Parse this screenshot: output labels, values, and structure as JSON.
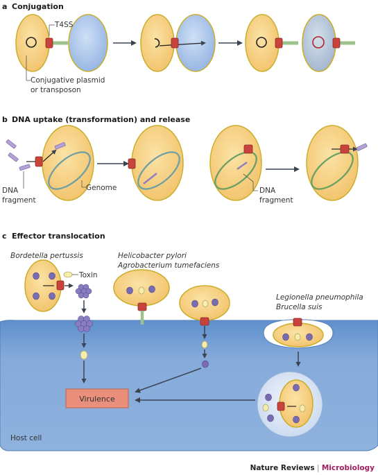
{
  "sections": {
    "a": {
      "letter": "a",
      "title": "Conjugation"
    },
    "b": {
      "letter": "b",
      "title": "DNA uptake (transformation) and release"
    },
    "c": {
      "letter": "c",
      "title": "Effector translocation"
    }
  },
  "labels": {
    "t4ss": "T4SS",
    "plasmid_line1": "Conjugative plasmid",
    "plasmid_line2": "or transposon",
    "dna_fragment_left_1": "DNA",
    "dna_fragment_left_2": "fragment",
    "genome": "Genome",
    "dna_fragment_right_1": "DNA",
    "dna_fragment_right_2": "fragment",
    "bordetella": "Bordetella pertussis",
    "toxin": "Toxin",
    "helicobacter": "Helicobacter pylori",
    "agrobacterium": "Agrobacterium tumefaciens",
    "legionella": "Legionella pneumophila",
    "brucella": "Brucella suis",
    "virulence": "Virulence",
    "host_cell": "Host cell"
  },
  "credit": {
    "journal": "Nature Reviews",
    "separator": " | ",
    "subject": "Microbiology"
  },
  "colors": {
    "cell_fill": "#f6cf7c",
    "cell_stroke": "#c9ae2a",
    "recipient_fill": "#a7c3ea",
    "host_fill": "#7fa6d6",
    "t4ss": "#c8433c",
    "virulence_fill": "#e98f7b",
    "effector": "#7a6cb0",
    "toxin": "#f5edae",
    "subject": "#a1205c"
  }
}
